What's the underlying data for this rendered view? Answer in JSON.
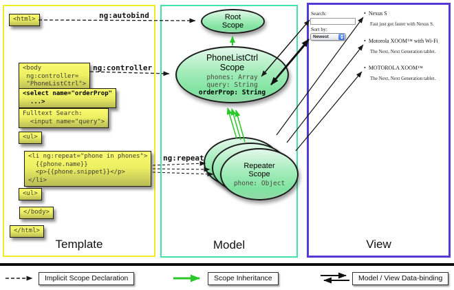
{
  "colors": {
    "template_border": "#f2ec22",
    "model_border": "#41e3ab",
    "view_border": "#5539d6",
    "scope_fill_green": "#8fe8ac",
    "box_fill_yellow": "#eef063",
    "inheritance_arrow_green": "#28c828",
    "arrow_black": "#1a1a1a"
  },
  "labels": {
    "autobind": "ng:autobind",
    "controller": "ng:controller",
    "repeat": "ng:repeat"
  },
  "template_panel": {
    "title": "Template",
    "html_open": "<html>",
    "body_open": "<body\n ng:controller=\n \"PhoneListCtrl\">",
    "select_box": "<select name=\"orderProp\"\n  ...>",
    "fulltext_box": "Fulltext Search:\n  <input name=\"query\">",
    "ul_open": "<ul>",
    "li_repeat": "<li ng:repeat=\"phone in phones\">\n  {{phone.name}}\n  <p>{{phone.snippet}}</p>\n</li>",
    "ul_close": "<ul>",
    "body_close": "</body>",
    "html_close": "</html>"
  },
  "model_panel": {
    "title": "Model",
    "root_scope_title": "Root\nScope",
    "phonelist_scope_title": "PhoneListCtrl\nScope",
    "prop_phones": "phones: Array",
    "prop_query": "query: String",
    "prop_orderprop": "orderProp: String",
    "repeater_scope_title": "Repeater\nScope",
    "prop_phone": "phone: Object"
  },
  "view_panel": {
    "title": "View",
    "search_label": "Search:",
    "search_value": "",
    "sort_label": "Sort by:",
    "sort_value": "Newest",
    "items": [
      {
        "title": "Nexus S",
        "snippet": "Fast just got faster with Nexus S."
      },
      {
        "title": "Motorola XOOM™ with Wi-Fi",
        "snippet": "The Next, Next Generation tablet."
      },
      {
        "title": "MOTOROLA XOOM™",
        "snippet": "The Next, Next Generation tablet."
      }
    ],
    "bullet": "•"
  },
  "legend": {
    "implicit": "Implicit Scope Declaration",
    "inheritance": "Scope Inheritance",
    "binding": "Model / View Data-binding"
  }
}
